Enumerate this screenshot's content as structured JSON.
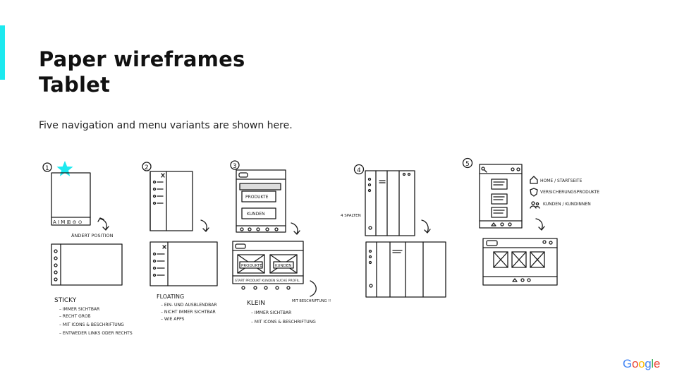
{
  "slide": {
    "title_line1": "Paper wireframes",
    "title_line2": "Tablet",
    "subtitle": "Five navigation and menu variants are shown here."
  },
  "accent_color": "#1de9ef",
  "star_color": "#1de9ef",
  "variants": [
    {
      "number": "1",
      "icon_row": "A I M ⊞ ⊖ ⊙",
      "arrow_note": "ÄNDERT POSITION",
      "heading": "STICKY",
      "notes": [
        "– IMMER SICHTBAR",
        "– RECHT GROß",
        "– MIT ICONS & BESCHRIFTUNG",
        "– ENTWEDER LINKS ODER RECHTS"
      ]
    },
    {
      "number": "2",
      "heading": "FLOATING",
      "notes": [
        "– EIN- UND AUSBLENDBAR",
        "– NICHT IMMER SICHTBAR",
        "– WIE APPS"
      ]
    },
    {
      "number": "3",
      "box_labels": [
        "PRODUKTE",
        "KUNDEN"
      ],
      "mini_cards": [
        "PRODUKTE",
        "KUNDEN"
      ],
      "nav_labels": "START PRODUKT KUNDEN SUCHE PROFIL",
      "side_note": "MIT BESCHRIFTUNG !!",
      "heading": "KLEIN",
      "notes": [
        "– IMMER SICHTBAR",
        "– MIT ICONS & BESCHRIFTUNG"
      ]
    },
    {
      "number": "4",
      "side_note": "4 SPALTEN"
    },
    {
      "number": "5",
      "legend": [
        "HOME / STARTSEITE",
        "VERSICHERUNGSPRODUKTE",
        "KUNDEN / KUNDINNEN"
      ]
    }
  ],
  "logo": {
    "text": "Google",
    "colors": [
      "#4285F4",
      "#EA4335",
      "#FBBC05",
      "#4285F4",
      "#34A853",
      "#EA4335"
    ]
  }
}
